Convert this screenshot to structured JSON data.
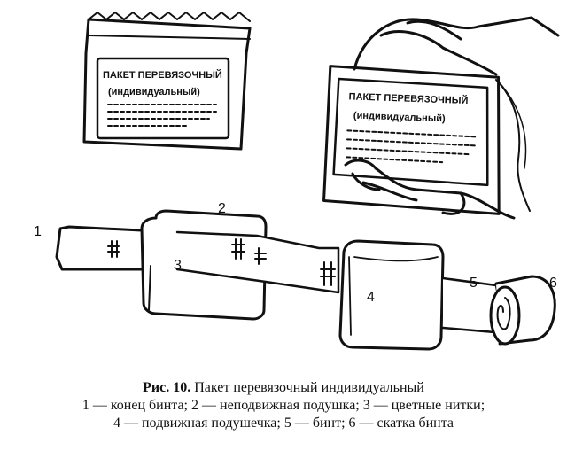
{
  "package_label": {
    "line1": "ПАКЕТ ПЕРЕВЯЗОЧНЫЙ",
    "line2": "(индивидуальный)"
  },
  "numbers": [
    "1",
    "2",
    "3",
    "4",
    "5",
    "6"
  ],
  "caption": {
    "fig_ref": "Рис. 10.",
    "fig_title": "Пакет перевязочный индивидуальный",
    "line2": "1 — конец бинта; 2 — неподвижная подушка; 3 — цветные нитки;",
    "line3": "4 — подвижная подушечка; 5 — бинт; 6 — скатка бинта"
  }
}
